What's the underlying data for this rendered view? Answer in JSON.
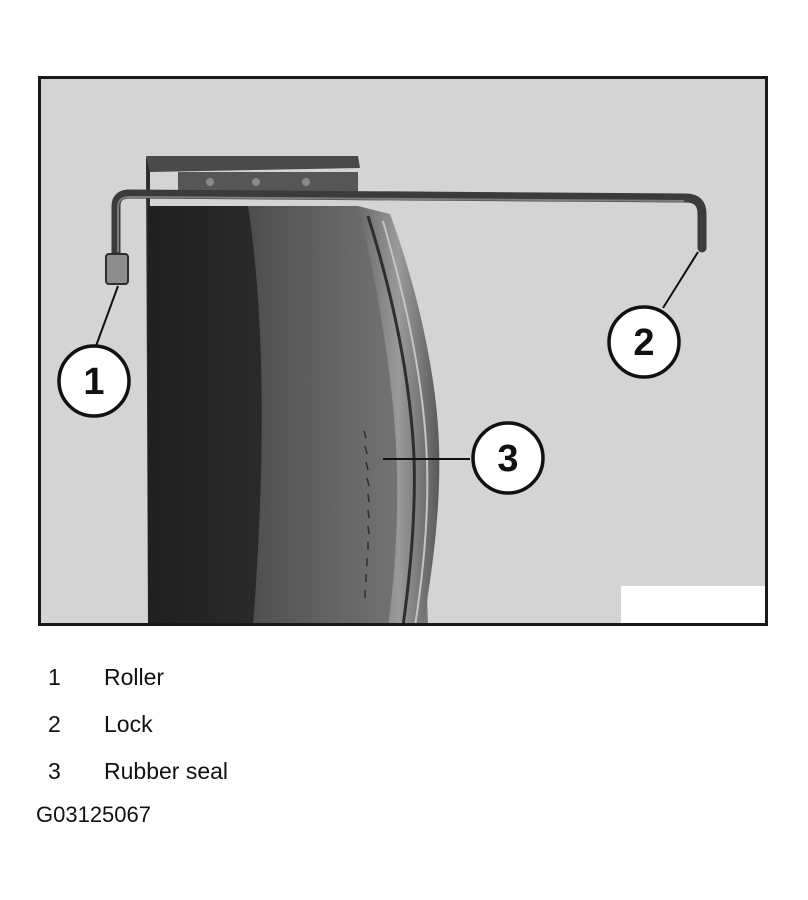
{
  "callouts": [
    {
      "number": "1",
      "label": "Roller"
    },
    {
      "number": "2",
      "label": "Lock"
    },
    {
      "number": "3",
      "label": "Rubber seal"
    }
  ],
  "figure_id": "G03125067",
  "colors": {
    "photo_background": "#d6d6d6",
    "frame": "#1a1a1a",
    "bracket": "#3b3b3b"
  }
}
